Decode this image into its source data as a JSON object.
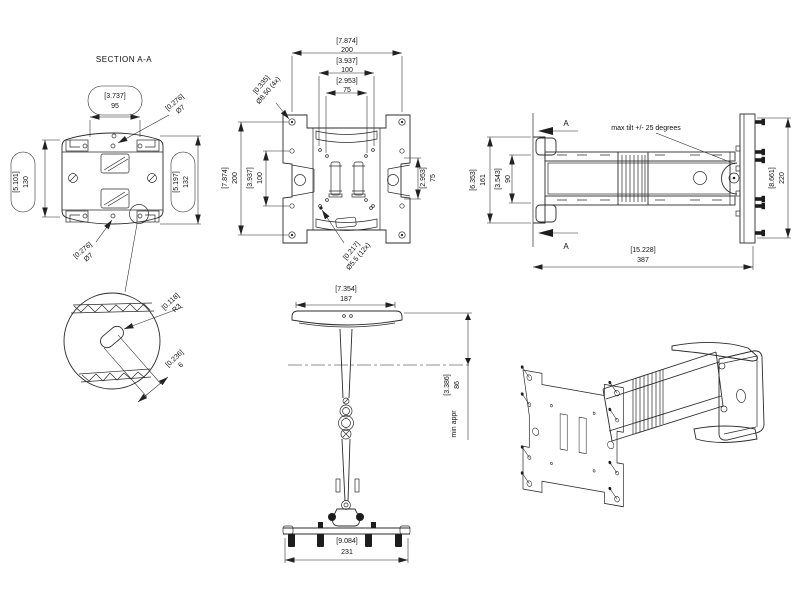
{
  "colors": {
    "line": "#2b2b2b",
    "background": "#ffffff"
  },
  "views": {
    "section": {
      "title": "SECTION A-A",
      "width": {
        "inch": "[3.737]",
        "mm": "95"
      },
      "hole_top": {
        "inch": "[0.276]",
        "mm": "Ø7"
      },
      "height_left": {
        "inch": "[5.101]",
        "mm": "130"
      },
      "height_right": {
        "inch": "[5.197]",
        "mm": "132"
      },
      "hole_bottom": {
        "inch": "[0.276]",
        "mm": "Ø7"
      }
    },
    "detail": {
      "radius": {
        "inch": "[0.118]",
        "mm": "R3"
      },
      "slot_width": {
        "inch": "[0.236]",
        "mm": "6"
      }
    },
    "front": {
      "width_outer": {
        "inch": "[7.874]",
        "mm": "200"
      },
      "width_mid": {
        "inch": "[3.937]",
        "mm": "100"
      },
      "width_inner": {
        "inch": "[2.953]",
        "mm": "75"
      },
      "hole_corner": {
        "inch": "[0.335]",
        "mm": "Ø8.50 (4x)"
      },
      "height_outer": {
        "inch": "[7.874]",
        "mm": "200"
      },
      "height_mid": {
        "inch": "[3.937]",
        "mm": "100"
      },
      "height_inner": {
        "inch": "[2.953]",
        "mm": "75"
      },
      "hole_small": {
        "inch": "[0.217]",
        "mm": "Ø5.5 (12x)"
      }
    },
    "side": {
      "section_label": "A",
      "tilt_note": "max tilt +/- 25 degrees",
      "bracket_height": {
        "inch": "[6.353]",
        "mm": "161"
      },
      "arm_height": {
        "inch": "[3.543]",
        "mm": "90"
      },
      "plate_height": {
        "inch": "[8.661]",
        "mm": "220"
      },
      "depth": {
        "inch": "[15.228]",
        "mm": "387"
      }
    },
    "stand": {
      "top_width": {
        "inch": "[7.354]",
        "mm": "187"
      },
      "min_height": {
        "inch": "[3.386]",
        "mm": "86"
      },
      "min_note": "min appr",
      "base_width": {
        "inch": "[9.084]",
        "mm": "231"
      }
    }
  }
}
